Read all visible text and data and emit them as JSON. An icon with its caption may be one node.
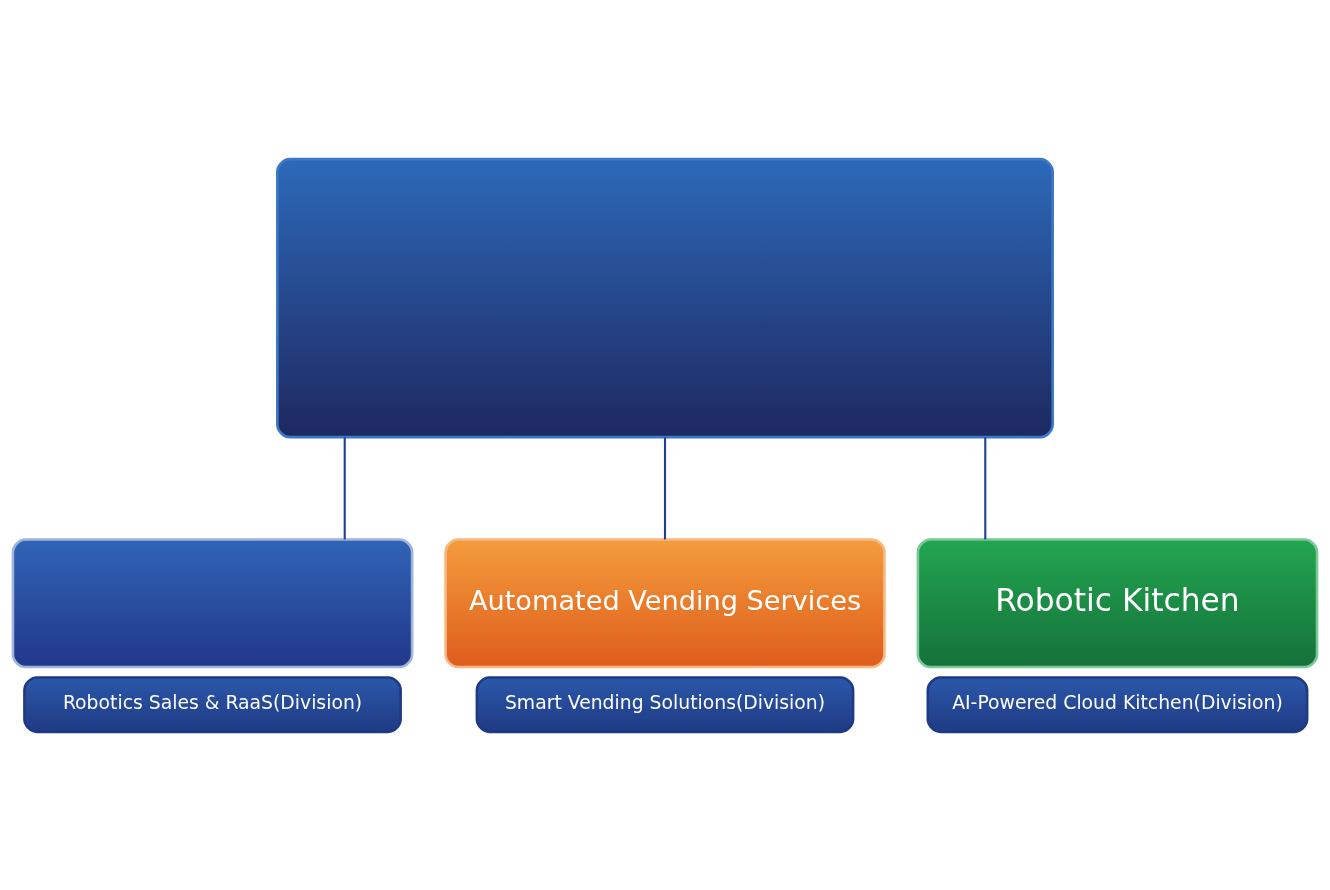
{
  "diagram": {
    "nodes": [
      {
        "text": [],
        "shape": "box"
      },
      {
        "text": [],
        "shape": "box"
      },
      {
        "text": [
          "Automated Vending Services"
        ]
      },
      {
        "text": [
          "Robotic Kitchen"
        ]
      },
      {
        "text": [
          "Robotics Sales & RaaS(Division)"
        ]
      },
      {
        "text": [
          "Smart Vending Solutions(Division)"
        ]
      },
      {
        "text": [
          "AI-Powered Cloud Kitchen(Division)"
        ]
      }
    ],
    "edges": [
      {
        "from": 0,
        "to": 1,
        "arrow": "none"
      },
      {
        "from": 0,
        "to": 2,
        "arrow": "none"
      },
      {
        "from": 0,
        "to": 3,
        "arrow": "none"
      }
    ]
  }
}
